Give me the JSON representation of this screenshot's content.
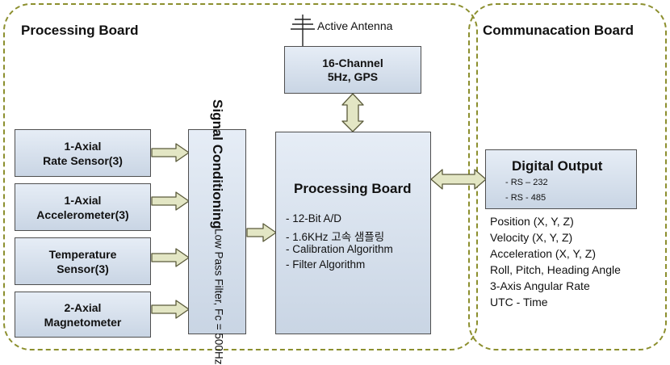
{
  "panels": {
    "processing": {
      "title": "Processing Board"
    },
    "communication": {
      "title": "Communacation Board"
    }
  },
  "antenna": {
    "label": "Active Antenna"
  },
  "gps": {
    "line1": "16-Channel",
    "line2": "5Hz, GPS"
  },
  "sensors": [
    {
      "line1": "1-Axial",
      "line2": "Rate Sensor(3)"
    },
    {
      "line1": "1-Axial",
      "line2": "Accelerometer(3)"
    },
    {
      "line1": "Temperature",
      "line2": "Sensor(3)"
    },
    {
      "line1": "2-Axial",
      "line2": "Magnetometer"
    }
  ],
  "signal_conditioning": {
    "title": "Signal Conditioning",
    "subtitle": "Low Pass Filter, Fc = 500Hz"
  },
  "processor": {
    "title": "Processing Board",
    "items": [
      "- 12-Bit A/D",
      "- 1.6KHz 고속 샘플링",
      "- Calibration Algorithm",
      "- Filter Algorithm"
    ]
  },
  "digital_output": {
    "title": "Digital Output",
    "items": [
      "- RS – 232",
      "- RS - 485"
    ]
  },
  "outputs": [
    "Position (X, Y, Z)",
    "Velocity (X, Y, Z)",
    "Acceleration (X, Y, Z)",
    "Roll, Pitch, Heading Angle",
    "3-Axis Angular Rate",
    "UTC - Time"
  ],
  "colors": {
    "panel_border": "#8c8f2e",
    "box_fill_top": "#e6edf6",
    "box_fill_bottom": "#c9d5e4",
    "arrow_fill": "#e3e6c4",
    "arrow_stroke": "#5a5a3a"
  }
}
